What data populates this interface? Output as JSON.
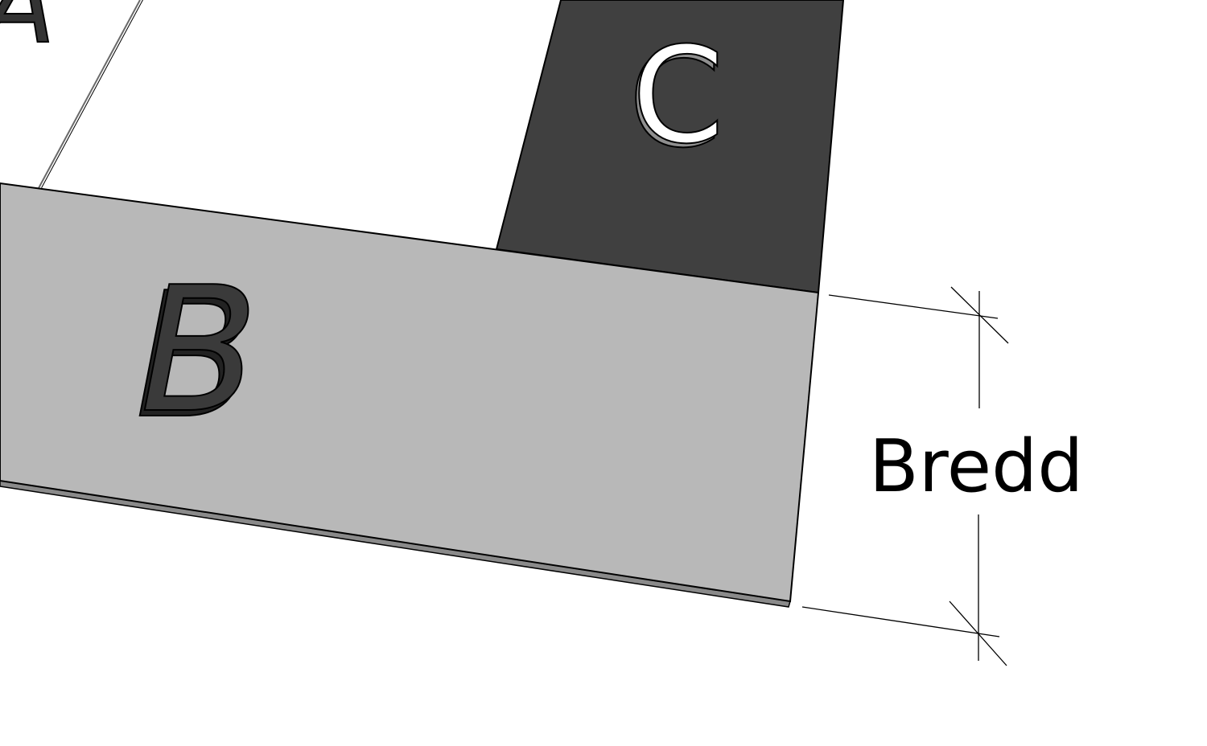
{
  "labels": {
    "panel_a": "A",
    "panel_b": "B",
    "panel_c": "C",
    "dimension": "Bredd"
  },
  "colors": {
    "background": "#ffffff",
    "panel_b_fill": "#b8b8b8",
    "panel_c_fill": "#404040",
    "panel_a_fill": "#ffffff",
    "panel_edge": "#8a8a8a",
    "outline": "#000000",
    "letter_b": "#333333",
    "letter_c": "#ffffff"
  }
}
